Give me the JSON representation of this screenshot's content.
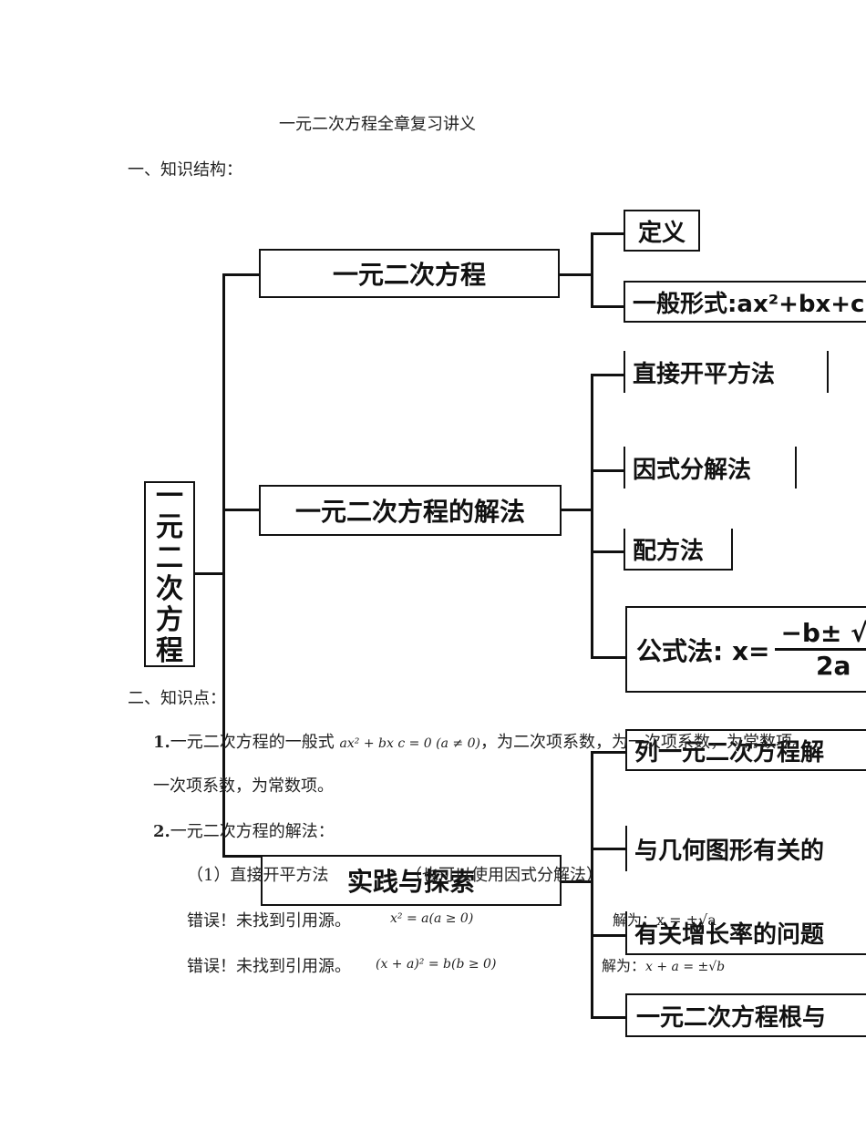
{
  "document": {
    "title": "一元二次方程全章复习讲义",
    "section1": "一、知识结构：",
    "section2": "二、知识点："
  },
  "diagram": {
    "root": "一元二次方程",
    "branch1": {
      "label": "一元二次方程",
      "children": [
        "定义",
        "一般形式:ax²+bx+c"
      ]
    },
    "branch2": {
      "label": "一元二次方程的解法",
      "children": [
        "直接开平方法",
        "因式分解法",
        "配方法"
      ],
      "formula": {
        "label": "公式法: x=",
        "numerator": "−b± √b",
        "denominator": "2a"
      }
    },
    "branch3": {
      "label": "实践与探索",
      "children": [
        "列一元二次方程解",
        "与几何图形有关的",
        "有关增长率的问题",
        "一元二次方程根与"
      ]
    }
  },
  "points": {
    "p1_num": "1.",
    "p1_text": "一元二次方程的一般式",
    "p1_formula": "ax² + bx  c = 0 (a ≠ 0)",
    "p1_tail": "，为二次项系数，为一次项系数，为常数项。",
    "p1_line2": "一次项系数，为常数项。",
    "p2_num": "2.",
    "p2_text": "一元二次方程的解法：",
    "m1_label": "（1）直接开平方法",
    "m1_note": "（也可以使用因式分解法）",
    "err1": "错误！未找到引用源。",
    "eq1": "x² = a(a ≥ 0)",
    "sol1": "解为：x = ±√a",
    "err2": "错误！未找到引用源。",
    "eq2": "(x + a)² = b(b ≥ 0)",
    "sol2_label": "解为：",
    "sol2": "x + a = ±√b"
  }
}
